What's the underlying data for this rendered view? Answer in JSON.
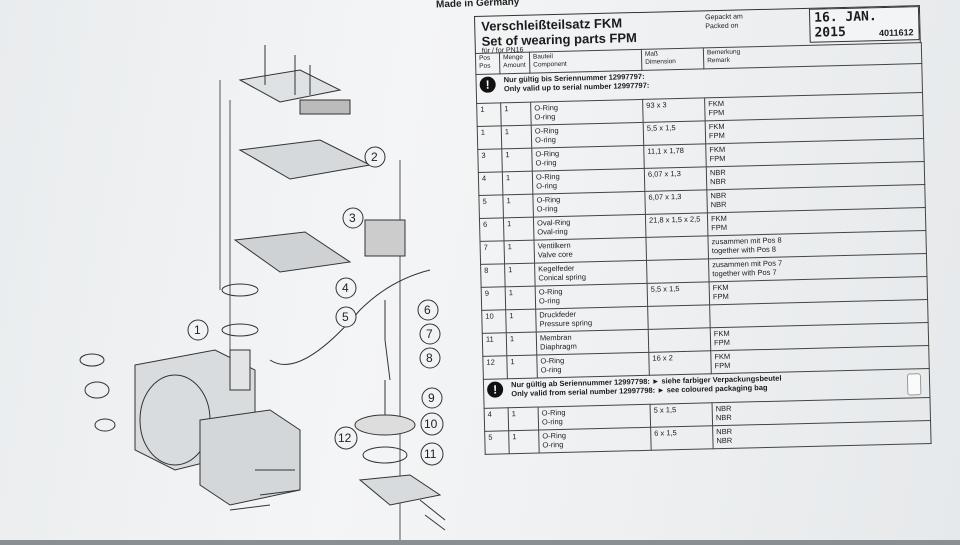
{
  "made_in": "Made in Germany",
  "title_de": "Verschleißteilsatz FKM",
  "title_en": "Set of wearing parts FPM",
  "for_model": "für / for PN16",
  "packed_on_label": "Gepackt am\nPacked on",
  "packed_on_date": "16. JAN. 2015",
  "part_number": "4011612",
  "columns": {
    "pos": "Pos\nPos",
    "qty": "Menge\nAmount",
    "component": "Bauteil\nComponent",
    "dimension": "Maß\nDimension",
    "remark": "Bemerkung\nRemark"
  },
  "note1": {
    "de": "Nur gültig bis Seriennummer 12997797:",
    "en": "Only valid up to serial number 12997797:"
  },
  "rows1": [
    {
      "pos": "1",
      "qty": "1",
      "de": "O-Ring",
      "en": "O-ring",
      "dim": "93 x 3",
      "r1": "FKM",
      "r2": "FPM"
    },
    {
      "pos": "1",
      "qty": "1",
      "de": "O-Ring",
      "en": "O-ring",
      "dim": "5,5 x 1,5",
      "r1": "FKM",
      "r2": "FPM"
    },
    {
      "pos": "3",
      "qty": "1",
      "de": "O-Ring",
      "en": "O-ring",
      "dim": "11,1 x 1,78",
      "r1": "FKM",
      "r2": "FPM"
    },
    {
      "pos": "4",
      "qty": "1",
      "de": "O-Ring",
      "en": "O-ring",
      "dim": "6,07 x 1,3",
      "r1": "NBR",
      "r2": "NBR"
    },
    {
      "pos": "5",
      "qty": "1",
      "de": "O-Ring",
      "en": "O-ring",
      "dim": "6,07 x 1,3",
      "r1": "NBR",
      "r2": "NBR"
    },
    {
      "pos": "6",
      "qty": "1",
      "de": "Oval-Ring",
      "en": "Oval-ring",
      "dim": "21,8 x 1,5 x 2,5",
      "r1": "FKM",
      "r2": "FPM"
    },
    {
      "pos": "7",
      "qty": "1",
      "de": "Ventilkern",
      "en": "Valve core",
      "dim": "",
      "r1": "zusammen mit Pos 8",
      "r2": "together with Pos 8"
    },
    {
      "pos": "8",
      "qty": "1",
      "de": "Kegelfeder",
      "en": "Conical spring",
      "dim": "",
      "r1": "zusammen mit Pos 7",
      "r2": "together with Pos 7"
    },
    {
      "pos": "9",
      "qty": "1",
      "de": "O-Ring",
      "en": "O-ring",
      "dim": "5,5 x 1,5",
      "r1": "FKM",
      "r2": "FPM"
    },
    {
      "pos": "10",
      "qty": "1",
      "de": "Druckfeder",
      "en": "Pressure spring",
      "dim": "",
      "r1": "",
      "r2": ""
    },
    {
      "pos": "11",
      "qty": "1",
      "de": "Membran",
      "en": "Diaphragm",
      "dim": "",
      "r1": "FKM",
      "r2": "FPM"
    },
    {
      "pos": "12",
      "qty": "1",
      "de": "O-Ring",
      "en": "O-ring",
      "dim": "16 x 2",
      "r1": "FKM",
      "r2": "FPM"
    }
  ],
  "note2": {
    "de": "Nur gültig ab Seriennummer 12997798:   ► siehe farbiger Verpackungsbeutel",
    "en": "Only valid from serial number 12997798:   ► see coloured packaging bag"
  },
  "rows2": [
    {
      "pos": "4",
      "qty": "1",
      "de": "O-Ring",
      "en": "O-ring",
      "dim": "5 x 1,5",
      "r1": "NBR",
      "r2": "NBR"
    },
    {
      "pos": "5",
      "qty": "1",
      "de": "O-Ring",
      "en": "O-ring",
      "dim": "6 x 1,5",
      "r1": "NBR",
      "r2": "NBR"
    }
  ],
  "callouts": [
    "1",
    "2",
    "3",
    "4",
    "5",
    "6",
    "7",
    "8",
    "9",
    "10",
    "11",
    "12"
  ],
  "warning_icon": "exclamation-icon"
}
